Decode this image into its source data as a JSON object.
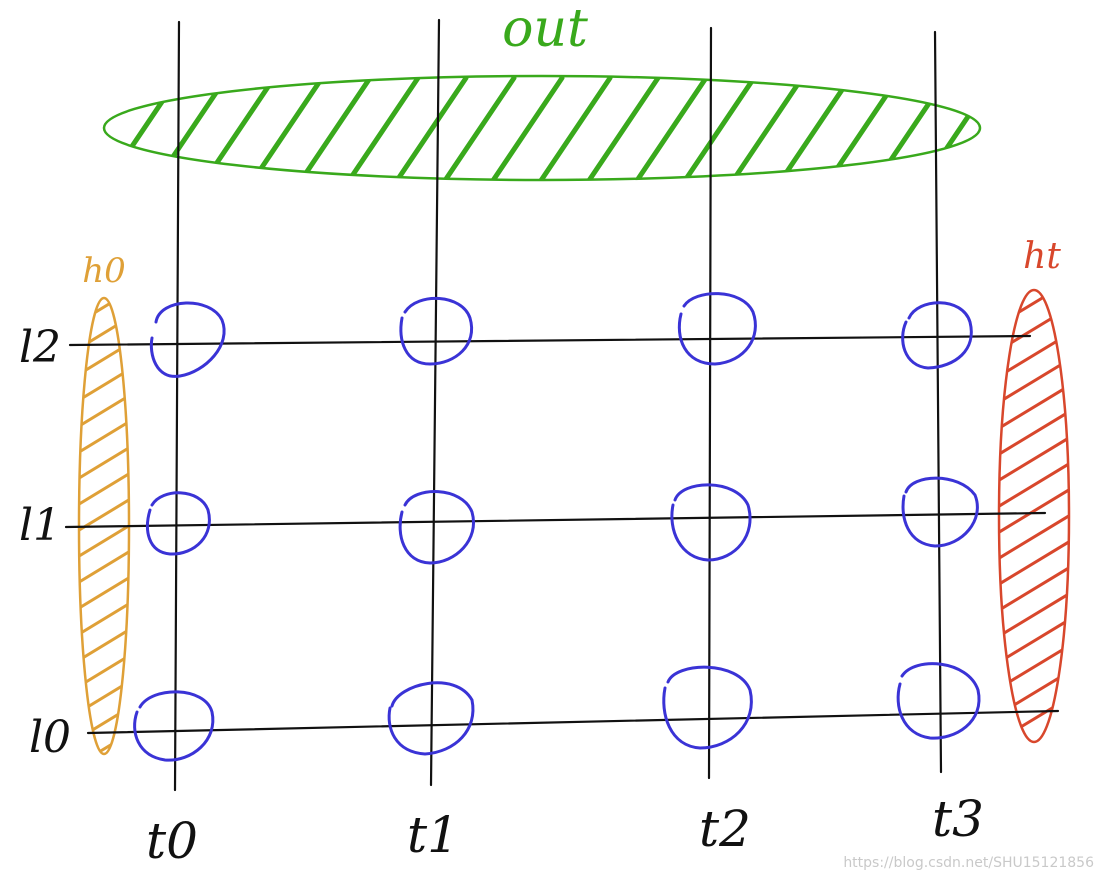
{
  "labels": {
    "out": "out",
    "h0": "h0",
    "ht": "ht"
  },
  "layers": [
    "l0",
    "l1",
    "l2"
  ],
  "timesteps": [
    "t0",
    "t1",
    "t2",
    "t3"
  ],
  "colors": {
    "line": "#111111",
    "node": "#3a33d6",
    "out": "#39a91c",
    "h0": "#dfa037",
    "ht": "#d8472c"
  },
  "watermark": "https://blog.csdn.net/SHU15121856"
}
